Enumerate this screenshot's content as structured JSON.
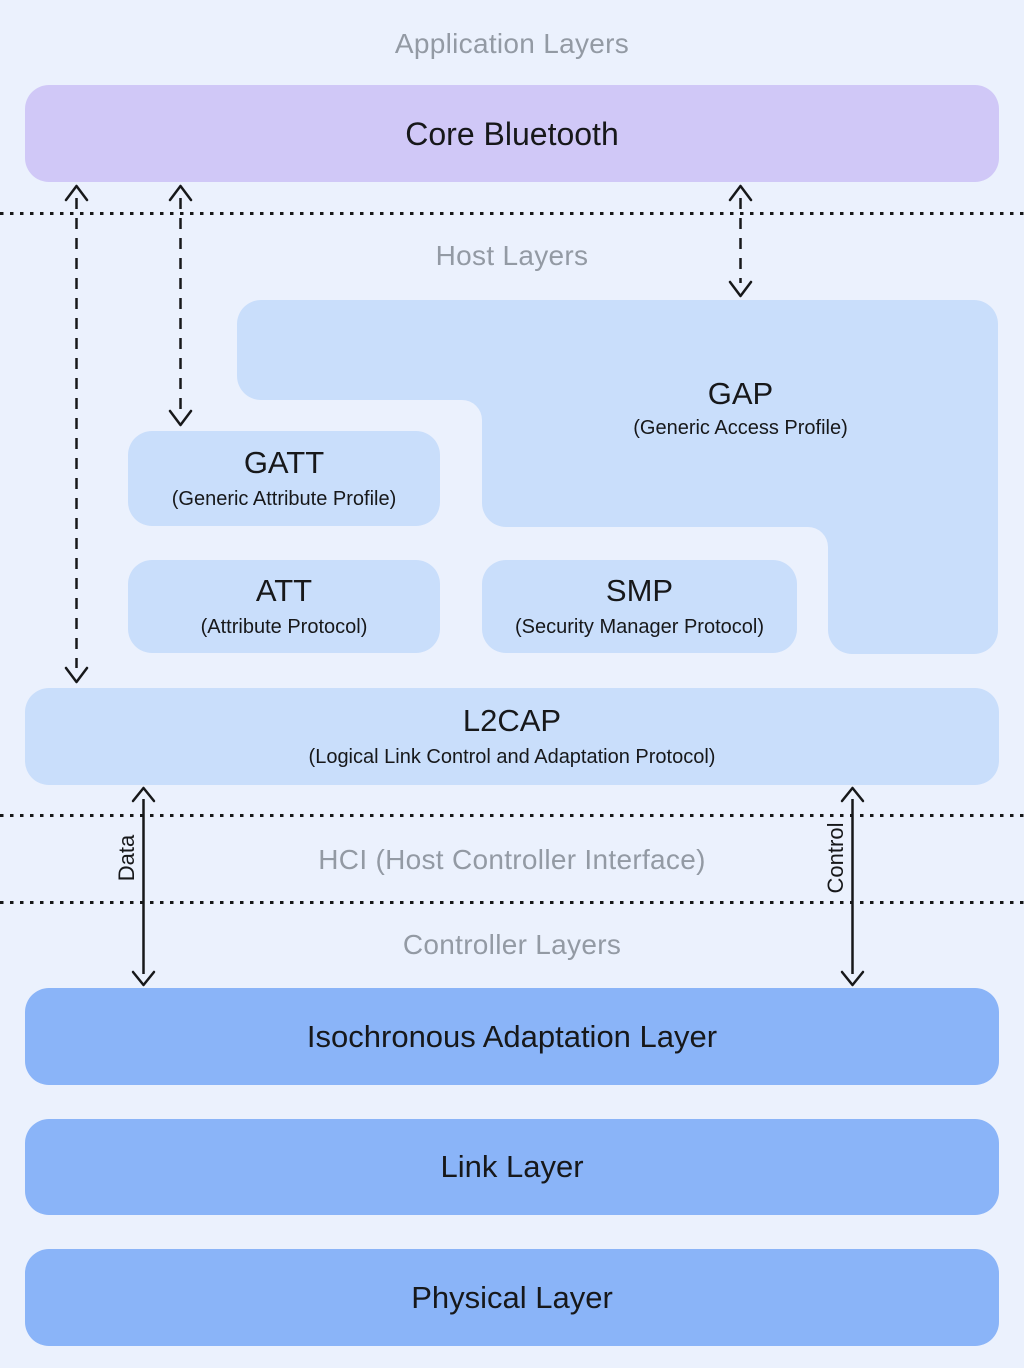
{
  "sections": {
    "application_label": "Application Layers",
    "host_label": "Host Layers",
    "hci_label": "HCI (Host Controller Interface)",
    "controller_label": "Controller Layers"
  },
  "boxes": {
    "core_bluetooth": {
      "title": "Core Bluetooth",
      "color": "#d0c8f7"
    },
    "gap": {
      "title": "GAP",
      "subtitle": "(Generic Access Profile)",
      "color": "#c9defb"
    },
    "gatt": {
      "title": "GATT",
      "subtitle": "(Generic Attribute Profile)",
      "color": "#c9defb"
    },
    "att": {
      "title": "ATT",
      "subtitle": "(Attribute Protocol)",
      "color": "#c9defb"
    },
    "smp": {
      "title": "SMP",
      "subtitle": "(Security Manager Protocol)",
      "color": "#c9defb"
    },
    "l2cap": {
      "title": "L2CAP",
      "subtitle": "(Logical Link Control and Adaptation Protocol)",
      "color": "#c9defb"
    },
    "isochronous_adaptation_layer": {
      "title": "Isochronous Adaptation Layer",
      "color": "#8ab4f8"
    },
    "link_layer": {
      "title": "Link Layer",
      "color": "#8ab4f8"
    },
    "physical_layer": {
      "title": "Physical Layer",
      "color": "#8ab4f8"
    }
  },
  "hci_arrows": {
    "data_label": "Data",
    "control_label": "Control"
  },
  "colors": {
    "background": "#ebf1fd",
    "line": "#17181a",
    "section_label_gray": "#939aa4",
    "host_box_blue": "#c9defb",
    "controller_box_blue": "#8ab4f8",
    "core_purple": "#d0c8f7"
  }
}
